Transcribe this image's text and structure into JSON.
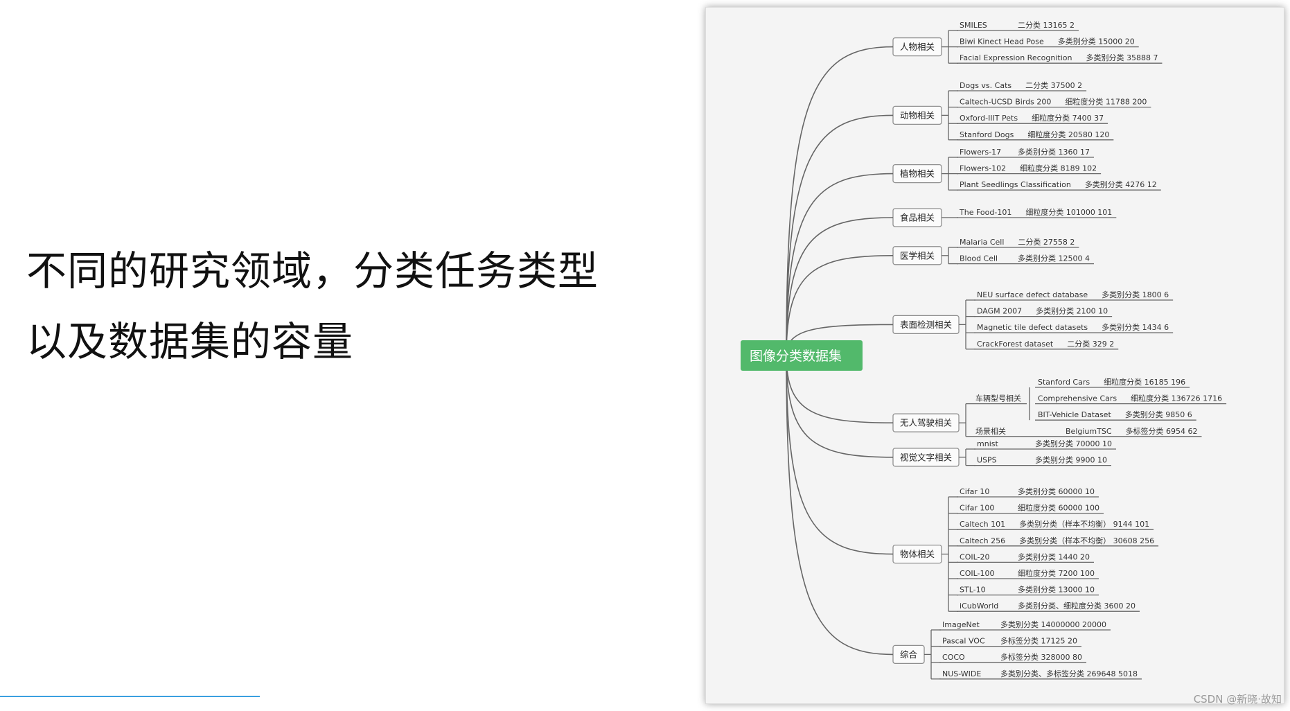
{
  "slide": {
    "lines": [
      "不同的研究领域，分类任务类型",
      "以及数据集的容量"
    ]
  },
  "mindmap": {
    "root": "图像分类数据集",
    "categories": [
      {
        "label": "人物相关",
        "items": [
          {
            "name": "SMILES",
            "info": "二分类 13165 2"
          },
          {
            "name": "Biwi Kinect Head Pose",
            "info": "多类别分类 15000 20"
          },
          {
            "name": "Facial Expression Recognition",
            "info": "多类别分类 35888 7"
          }
        ]
      },
      {
        "label": "动物相关",
        "items": [
          {
            "name": "Dogs vs. Cats",
            "info": "二分类 37500 2"
          },
          {
            "name": "Caltech-UCSD Birds 200",
            "info": "细粒度分类 11788 200"
          },
          {
            "name": "Oxford-IIIT Pets",
            "info": "细粒度分类 7400 37"
          },
          {
            "name": "Stanford Dogs",
            "info": "细粒度分类 20580 120"
          }
        ]
      },
      {
        "label": "植物相关",
        "items": [
          {
            "name": "Flowers-17",
            "info": "多类别分类 1360 17"
          },
          {
            "name": "Flowers-102",
            "info": "细粒度分类 8189 102"
          },
          {
            "name": "Plant Seedlings Classification",
            "info": "多类别分类 4276 12"
          }
        ]
      },
      {
        "label": "食品相关",
        "items": [
          {
            "name": "The Food-101",
            "info": "细粒度分类 101000 101"
          }
        ]
      },
      {
        "label": "医学相关",
        "items": [
          {
            "name": "Malaria Cell",
            "info": "二分类 27558 2"
          },
          {
            "name": "Blood Cell",
            "info": "多类别分类 12500 4"
          }
        ]
      },
      {
        "label": "表面检测相关",
        "items": [
          {
            "name": "NEU surface defect database",
            "info": "多类别分类 1800 6"
          },
          {
            "name": "DAGM 2007",
            "info": "多类别分类 2100 10"
          },
          {
            "name": "Magnetic tile defect datasets",
            "info": "多类别分类 1434 6"
          },
          {
            "name": "CrackForest dataset",
            "info": "二分类 329 2"
          }
        ]
      },
      {
        "label": "无人驾驶相关",
        "sub": {
          "label": "车辆型号相关",
          "items": [
            {
              "name": "Stanford Cars",
              "info": "细粒度分类 16185 196"
            },
            {
              "name": "Comprehensive Cars",
              "info": "细粒度分类 136726 1716"
            },
            {
              "name": "BIT-Vehicle Dataset",
              "info": "多类别分类 9850 6"
            }
          ]
        },
        "scene": {
          "label": "场景相关",
          "name": "BelgiumTSC",
          "info": "多标签分类 6954 62"
        }
      },
      {
        "label": "视觉文字相关",
        "items": [
          {
            "name": "mnist",
            "info": "多类别分类 70000 10"
          },
          {
            "name": "USPS",
            "info": "多类别分类 9900 10"
          }
        ]
      },
      {
        "label": "物体相关",
        "items": [
          {
            "name": "Cifar 10",
            "info": "多类别分类 60000 10"
          },
          {
            "name": "Cifar 100",
            "info": "细粒度分类 60000 100"
          },
          {
            "name": "Caltech 101",
            "info": "多类别分类（样本不均衡） 9144 101"
          },
          {
            "name": "Caltech 256",
            "info": "多类别分类（样本不均衡） 30608 256"
          },
          {
            "name": "COIL-20",
            "info": "多类别分类 1440 20"
          },
          {
            "name": "COIL-100",
            "info": "细粒度分类 7200 100"
          },
          {
            "name": "STL-10",
            "info": "多类别分类 13000 10"
          },
          {
            "name": "iCubWorld",
            "info": "多类别分类、细粒度分类 3600 20"
          }
        ]
      },
      {
        "label": "综合",
        "items": [
          {
            "name": "ImageNet",
            "info": "多类别分类 14000000 20000"
          },
          {
            "name": "Pascal VOC",
            "info": "多标签分类 17125 20"
          },
          {
            "name": "COCO",
            "info": "多标签分类 328000 80"
          },
          {
            "name": "NUS-WIDE",
            "info": "多类别分类、多标签分类 269648 5018"
          }
        ]
      }
    ]
  },
  "watermark": "CSDN @新晓·故知"
}
